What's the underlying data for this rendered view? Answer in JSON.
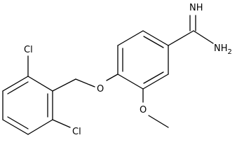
{
  "molecule": {
    "atoms": {
      "imine": "NH",
      "amine": "NH2",
      "ether_oxygen": "O",
      "methoxy_oxygen": "O",
      "chlorine_top": "Cl",
      "chlorine_bottom": "Cl"
    }
  },
  "colors": {
    "bond": "#000000",
    "label": "#000000",
    "background": "#ffffff"
  }
}
